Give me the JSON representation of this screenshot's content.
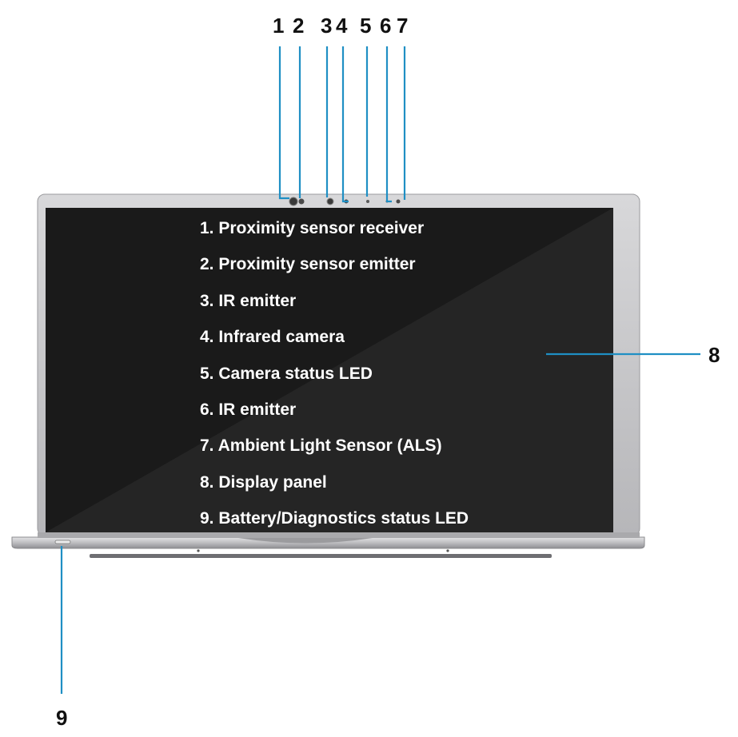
{
  "accent_color": "#1f8fc4",
  "bezel_color": "#c9c9cb",
  "screen_color": "#1a1a1a",
  "callouts": {
    "c1": "1",
    "c2": "2",
    "c3": "3",
    "c4": "4",
    "c5": "5",
    "c6": "6",
    "c7": "7",
    "c8": "8",
    "c9": "9"
  },
  "legend": [
    "1. Proximity sensor receiver",
    "2. Proximity sensor emitter",
    "3. IR emitter",
    "4. Infrared camera",
    "5. Camera status LED",
    "6. IR emitter",
    "7. Ambient Light Sensor (ALS)",
    "8. Display panel",
    "9. Battery/Diagnostics status LED"
  ]
}
